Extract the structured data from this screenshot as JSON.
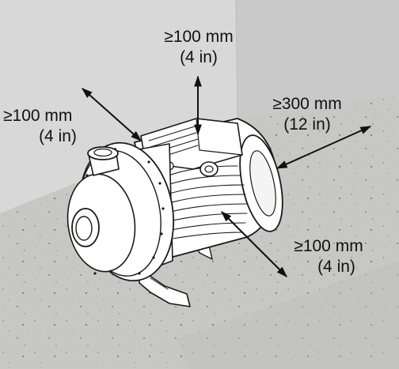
{
  "clearances": {
    "top": {
      "metric": "≥100 mm",
      "imperial": "(4 in)"
    },
    "left": {
      "metric": "≥100 mm",
      "imperial": "(4 in)"
    },
    "rear": {
      "metric": "≥300 mm",
      "imperial": "(12 in)"
    },
    "front": {
      "metric": "≥100 mm",
      "imperial": "(4 in)"
    }
  },
  "colors": {
    "wall_left": "#d9d9d9",
    "wall_back": "#c4c4c4",
    "wall_top": "#e6e6e6",
    "floor": "#c7c7c5",
    "arrow": "#111111",
    "pump_fill": "#ffffff",
    "pump_stroke": "#1a1a1a"
  },
  "icons": {
    "pump": "centrifugal-pump-illustration",
    "arrow": "double-headed-arrow"
  }
}
